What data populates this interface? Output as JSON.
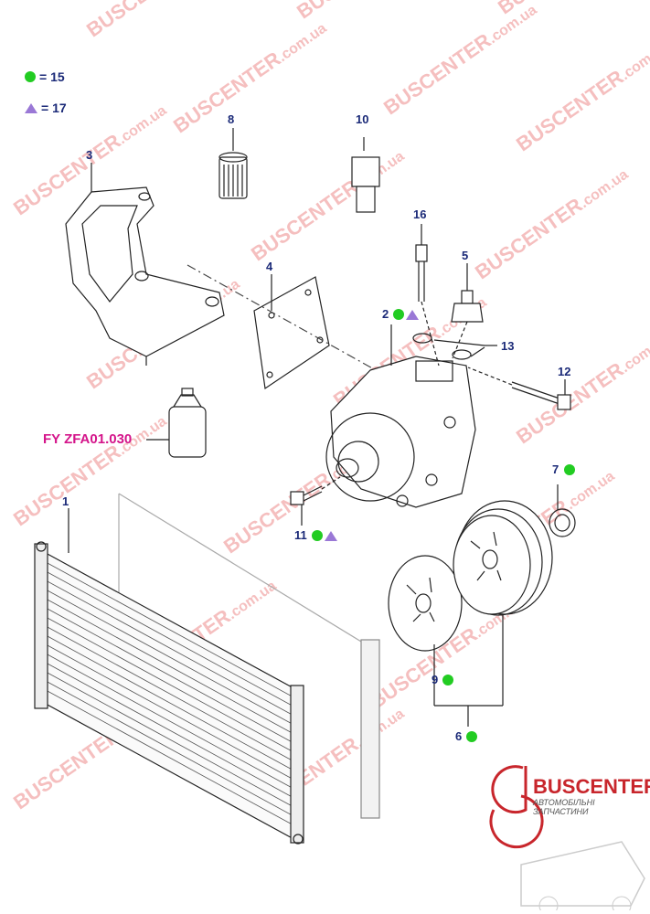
{
  "legend": [
    {
      "symbol": "green-dot",
      "text": "= 15"
    },
    {
      "symbol": "purple-triangle",
      "text": "= 17"
    }
  ],
  "callouts": [
    "1",
    "2",
    "3",
    "4",
    "5",
    "6",
    "7",
    "8",
    "9",
    "10",
    "11",
    "12",
    "13",
    "16"
  ],
  "reference_label": "FY ZFA01.030",
  "watermark": {
    "brand": "BUSCENTER",
    "domain": ".com.ua"
  },
  "logo": {
    "brand": "BUSCENTER",
    "tagline": "АВТОМОБІЛЬНІ ЗАПЧАСТИНИ"
  },
  "colors": {
    "label": "#1b2a78",
    "reference": "#d4148a",
    "green_symbol": "#22cc22",
    "purple_symbol": "#9a78d6",
    "watermark": "#e23c3c"
  }
}
